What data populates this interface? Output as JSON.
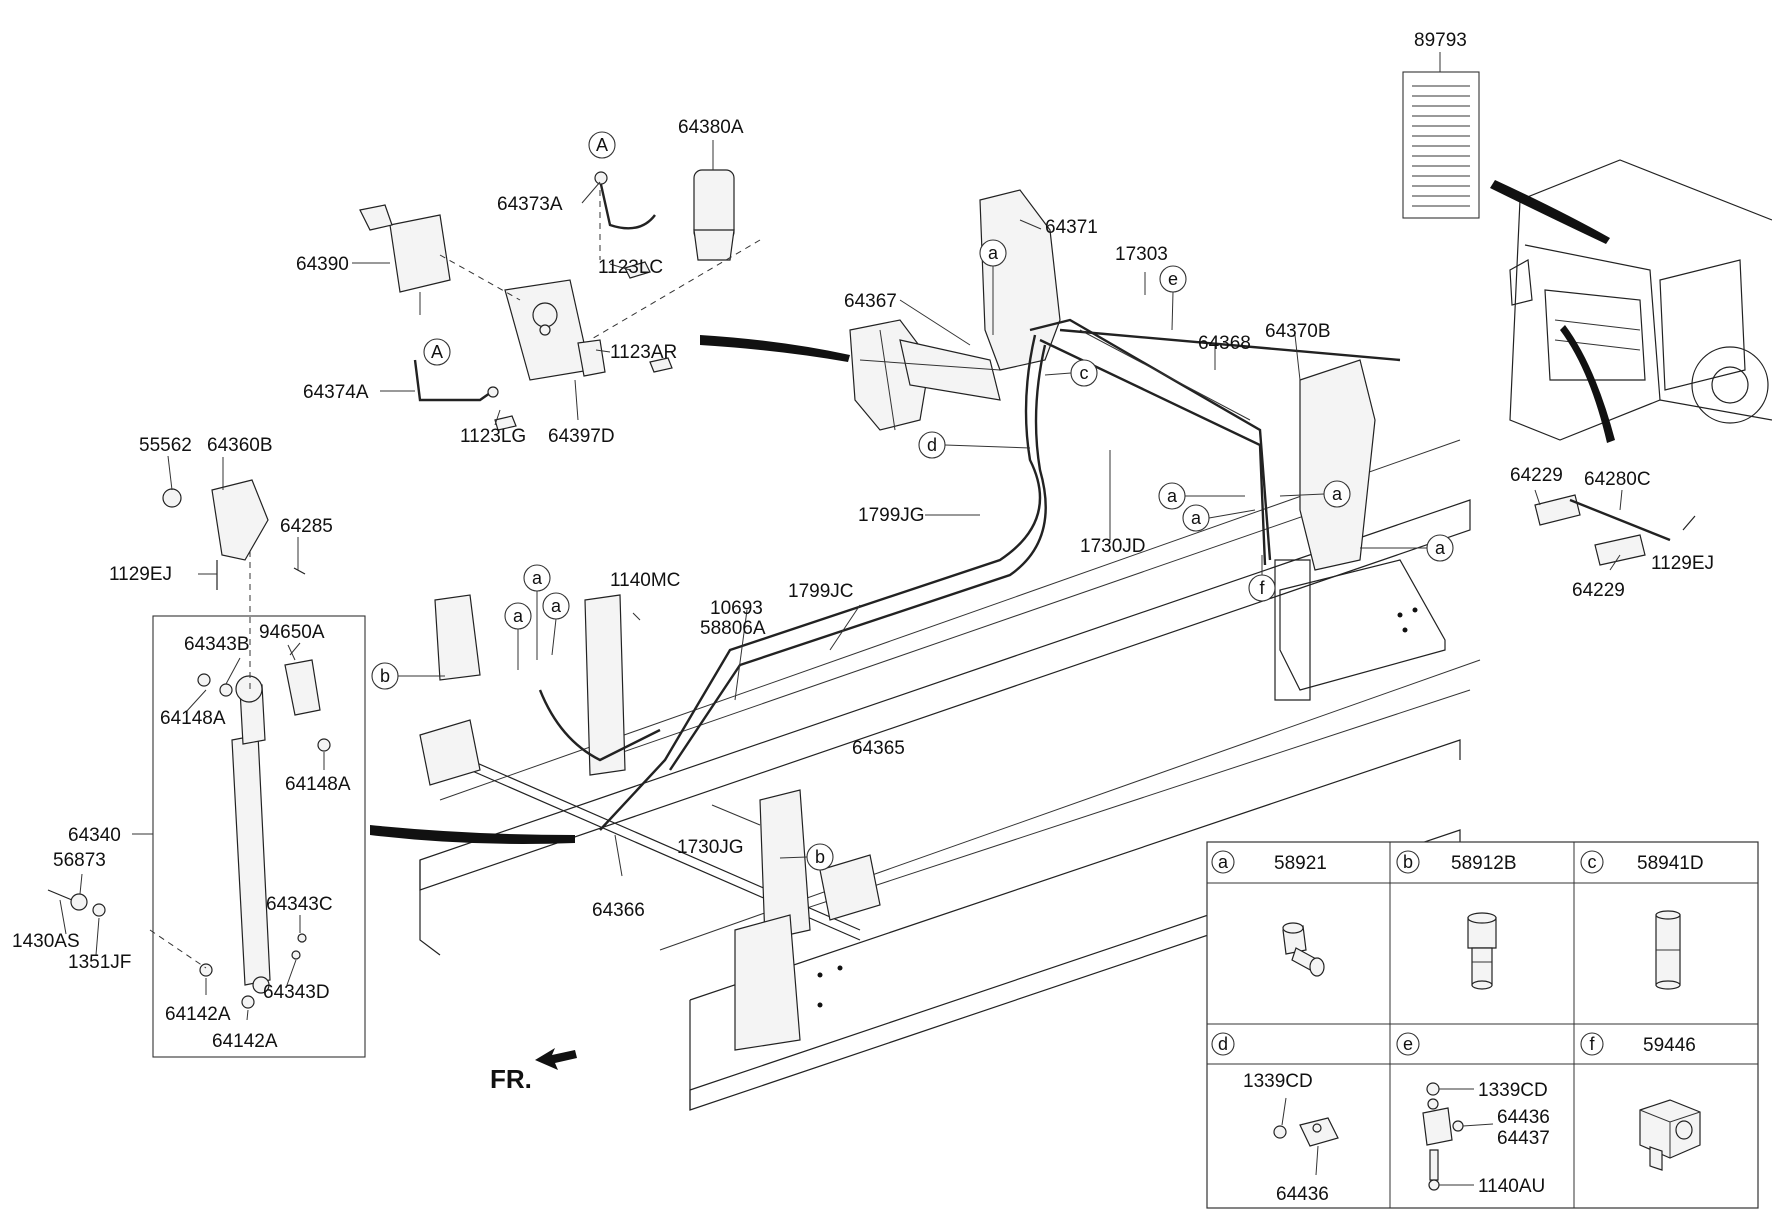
{
  "diagram": {
    "front_marker": "FR.",
    "labels": {
      "p89793": "89793",
      "p64380A": "64380A",
      "p64373A": "64373A",
      "p64390": "64390",
      "p1123LC": "1123LC",
      "p1123AR": "1123AR",
      "p64374A": "64374A",
      "p1123LG": "1123LG",
      "p64397D": "64397D",
      "p64371": "64371",
      "p17303": "17303",
      "p64367": "64367",
      "p64368": "64368",
      "p64370B": "64370B",
      "p1799JG": "1799JG",
      "p1730JD": "1730JD",
      "p64229_top": "64229",
      "p64280C": "64280C",
      "p1129EJ_right": "1129EJ",
      "p64229_bottom": "64229",
      "p55562": "55562",
      "p64360B": "64360B",
      "p64285": "64285",
      "p1129EJ_left": "1129EJ",
      "p94650A": "94650A",
      "p64343B": "64343B",
      "p64148A_left": "64148A",
      "p64148A_right": "64148A",
      "p1140MC": "1140MC",
      "p10693": "10693",
      "p58806A": "58806A",
      "p1799JC": "1799JC",
      "p64365": "64365",
      "p64340": "64340",
      "p56873": "56873",
      "p1430AS": "1430AS",
      "p1351JF": "1351JF",
      "p64343C": "64343C",
      "p64343D": "64343D",
      "p64142A_a": "64142A",
      "p64142A_b": "64142A",
      "p1730JG": "1730JG",
      "p64366": "64366"
    },
    "callouts": {
      "A1": "A",
      "A2": "A",
      "a": "a",
      "b": "b",
      "c": "c",
      "d": "d",
      "e": "e",
      "f": "f"
    },
    "legend": {
      "a_letter": "a",
      "a_part": "58921",
      "b_letter": "b",
      "b_part": "58912B",
      "c_letter": "c",
      "c_part": "58941D",
      "d_letter": "d",
      "d_part1": "1339CD",
      "d_part2": "64436",
      "e_letter": "e",
      "e_part1": "1339CD",
      "e_part2": "64436",
      "e_part3": "64437",
      "e_part4": "1140AU",
      "f_letter": "f",
      "f_part": "59446"
    }
  }
}
